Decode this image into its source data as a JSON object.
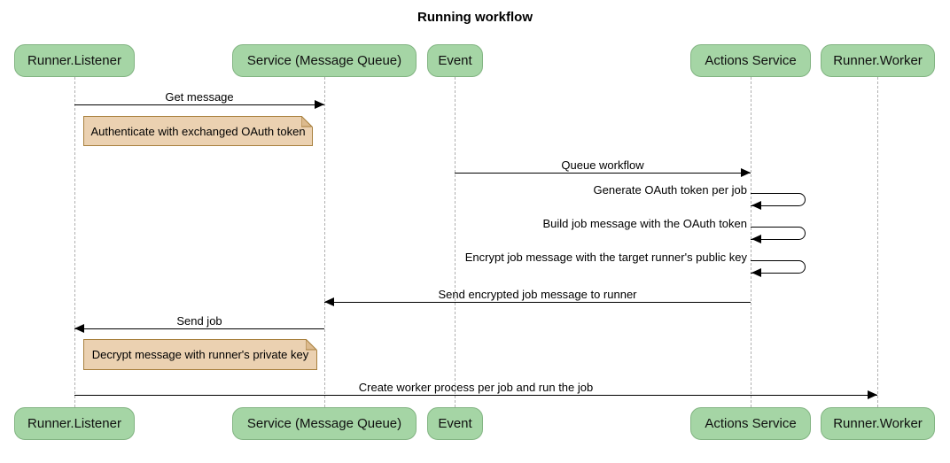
{
  "diagram_type": "sequence",
  "title": "Running workflow",
  "colors": {
    "actor_fill": "#a5d5a5",
    "actor_border": "#82b482",
    "note_fill": "#ebd1b1",
    "note_border": "#a8803e",
    "lifeline": "#b0b0b0",
    "line": "#000000",
    "background": "#ffffff"
  },
  "actors": [
    {
      "id": "runner-listener",
      "label": "Runner.Listener"
    },
    {
      "id": "service-message-queue",
      "label": "Service (Message Queue)"
    },
    {
      "id": "event",
      "label": "Event"
    },
    {
      "id": "actions-service",
      "label": "Actions Service"
    },
    {
      "id": "runner-worker",
      "label": "Runner.Worker"
    }
  ],
  "messages": [
    {
      "label": "Get message",
      "from": "Runner.Listener",
      "to": "Service (Message Queue)",
      "type": "arrow"
    },
    {
      "label": "Queue workflow",
      "from": "Event",
      "to": "Actions Service",
      "type": "arrow"
    },
    {
      "label": "Generate OAuth token per job",
      "from": "Actions Service",
      "to": "Actions Service",
      "type": "self"
    },
    {
      "label": "Build job message with the OAuth token",
      "from": "Actions Service",
      "to": "Actions Service",
      "type": "self"
    },
    {
      "label": "Encrypt job message with the target runner's public key",
      "from": "Actions Service",
      "to": "Actions Service",
      "type": "self"
    },
    {
      "label": "Send encrypted job message to runner",
      "from": "Actions Service",
      "to": "Service (Message Queue)",
      "type": "arrow"
    },
    {
      "label": "Send job",
      "from": "Service (Message Queue)",
      "to": "Runner.Listener",
      "type": "arrow"
    },
    {
      "label": "Create worker process per job and run the job",
      "from": "Runner.Listener",
      "to": "Runner.Worker",
      "type": "arrow"
    }
  ],
  "notes": [
    {
      "label": "Authenticate with exchanged OAuth token",
      "over": "Runner.Listener"
    },
    {
      "label": "Decrypt message with runner's private key",
      "over": "Runner.Listener"
    }
  ]
}
